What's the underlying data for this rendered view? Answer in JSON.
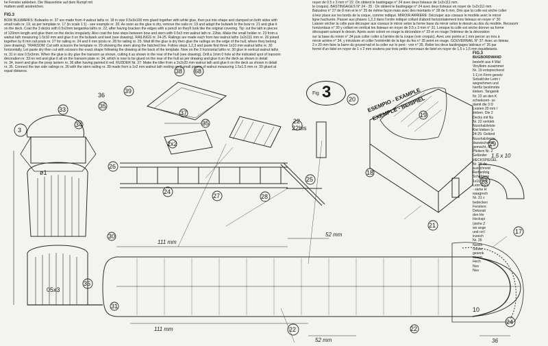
{
  "top_left_fragment": [
    "he Fenster ankleben. Die Wasserlinie auf dem Rumpf mit",
    "mattem weiß anstreichen."
  ],
  "fig_left": {
    "heading": "FIG.3",
    "lines": [
      "BOW BULWARKS: Bulwarks nr. 37 are made from 4 walnut laths nr. 18 in size 0.5x3x100 mm glued together with white glue, then put into shape and clamped on both sides with",
      "small nails nr. 19, as per template nr. 17 (in scale 1:1) - see example nr. 20. As soon as the glue is dry, remove the nails nr. 19 and adapt the bulwark to the bow nr. 21 and glue it",
      "on the deck. Coat the 3 decks with 0.5x2mm tanganika laths nr. 22, after having bracken the edges with a pencil so they'll look like the original covering. Tip: cut the lath in pieces",
      "of 120mm length and glue them on the decks irregularly. Also coat the bow steps between bow and stern with 0.5x3 mm walnut lath nr. 22bis. Make the small holder nr. 23 from a",
      "walnut lath measuring 1.5x10 mm and glue it on the bulwark and keel (see drawing). RAILINGS nr. 24-25. Railings are made each from two walnut laths 1x2x111 mm nr. 26 joined",
      "together by 8 mm rail posts nr. 27 for railing nr. 24 and 6 mm posts nr. 28 for railing nr. 25. Wait till the glue is dry then glue the railings on the edge of the hull, where they belong",
      "(see drawing). TRANSOM: Cut with scissors the template nr. 29 showing the stern along the hatched line. Follow steps 1,2,3 and paste first three 1x10 mm walnut laths nr. 30",
      "horizontally. Let paste dry then cut with scissors the exact shape following the drawing at the back of the template. Now on the 3 horizontal laths nr. 30 glue in vertical walnut laths",
      "nr. 31 in size 0.5x3mm. When the glue is dry glue the transom as shown, cutting it as shown in the rear of the hull (see drawing). Drill a 1mm 0 hole at the indicated spot of transom",
      "decoration nr. 33 on red and glue it all on the transom plate nr. 34, which is now to be glued on the rear of the hull as per drawing and glue it on the deck as shown in detail",
      "nr. 34, insert and glue the poop lantern nr. 36 after having painted it red. RUDDER Nr. 37: Make the tiller from a 2x2x20 mm walnut lath and glue it on the deck as shown in detail",
      "nr. 35. Connect the two side railings nr. 26 with the stern railing nr. 39 made from a 1x2 mm walnut lath resting on 3 small pieces of walnut measuring 1.5x1.5 mm nr. 39 glued at",
      "equal distance."
    ]
  },
  "fig_right_fr": {
    "lines": [
      "noyer de 0.5 x 3 mm n° 22. On obtient le bastingage n° 24 avec deux listeaux de 1x2x111 mm.",
      "le croquis). BASTINGAGES N° 24 - 25 : On obtient le bastingage n° 24 avec deux listeaux en noyer de 1x2x111 mm",
      "Balustres n° 27 de 8 mm et le n° 25 de même façon mais avec des montants n° 28 de 6 mm. Dès que la colle est sèche coller",
      "à leur place sur les bords de la coque, comme indiqué. MIROIR ARRIERE: Découper aux ciseaux le modèle avec le miroir",
      "ligne hachurée. Passer aux phases 1,2,3 dans l'ordre indiqué collant d'abord horizontalement trois listeaux en noyer n° 30",
      "Laisser sécher la colle puis découper aux ciseaux le miroir selon la forme base du miroir selon le dessin au dos du modèle. Recouvrir",
      "horizontaux n° 30 y collant en vertical les listeaux en noyer de 0.5 x 3 mm n° 31. Lorsque la colle est sèche donner sa forme",
      "découpant suivant le dessin. Après avoir coloré en rouge la décoration n° 33 et en rouge l'intérieur de la décoration",
      "sur la base du miroir n° 34 puis coller coller à l'arrière de la coque (voir croquis). Avec une pointe ø 1 mm percer un trou à",
      "miroir arrière n° 34, y introduire et coller l'extrémité de la tige du feu n° 35 peint en rouge. GOUVERNAIL N° 37: Avec un listeau",
      "2 x 20 mm faire la barre du gouvernail et la coller sur le pont - voir n° 35. Relier les deux bastingages latéraux n° 26 par",
      "formé d'un listel en noyer de 1 x 2 mm soutenu par trois petits morceaux de listel en noyer de 1,5 x 1,5 mm équidistants."
    ]
  },
  "fig_de": {
    "heading": "FIG.3",
    "subheading": "BUGBORDWAND",
    "lines": [
      "besteht aus 4 Wal",
      "Vinylleim zusammer",
      "Nr. 19 entsprechend",
      "1:1) in Form gesetz",
      "Sobald der Leim t",
      "wegnehmen und",
      "hierfür bestimmte",
      "kleben. Tanganik",
      "Nr. 22 an den K",
      "schwärzen- so",
      "damit die 3 D",
      "Leisten 20 mm l",
      "kleben. Die 2",
      "Decks mit Nu",
      "Nr. 22 verkleb",
      "Nusshalzleiste",
      "Kiel kleben (s",
      "24-25: Geländ",
      "Nusshalzleiste",
      "dazwischen E",
      "gemacht, un",
      "Pfeilern Nr. 2",
      "Geländer",
      "HECKSPIEGEL",
      "Nr. 29 de",
      "ausschneid",
      "Reihenfolg",
      "Schablone",
      "1x10 mm",
      "Leim trock",
      "- siehe H",
      "waagrech",
      "Nr. 31 v",
      "bedecken",
      "Fensters",
      "Dekorati",
      "den He",
      "Heckspi",
      "(siehe Z",
      "wo ange",
      "und rot l",
      "inzeich",
      "Nr. 35",
      "Nussh",
      "Steuer",
      "gesenk",
      "einem",
      "Hech",
      "Nus",
      "Nus"
    ]
  },
  "figure": {
    "name": "Fig",
    "number": "3",
    "example_lines": [
      "ESEMPIO - EXAMPLE",
      "EXEMPLE - BEISPIEL"
    ]
  },
  "callouts": [
    "3",
    "33",
    "34",
    "35",
    "36",
    "39",
    "38",
    "68",
    "37",
    "2x2",
    "35",
    "22",
    "22bis",
    "20",
    "19",
    "18",
    "26",
    "24",
    "27",
    "28",
    "25",
    "29",
    "23",
    "21",
    "17",
    "22",
    "ø1",
    "05x3",
    "35",
    "30",
    "31",
    "22",
    "24",
    "10"
  ],
  "dimensions": [
    "111 mm",
    "111 mm",
    "52 mm",
    "52 mm",
    "1.5 x 10",
    "36"
  ]
}
